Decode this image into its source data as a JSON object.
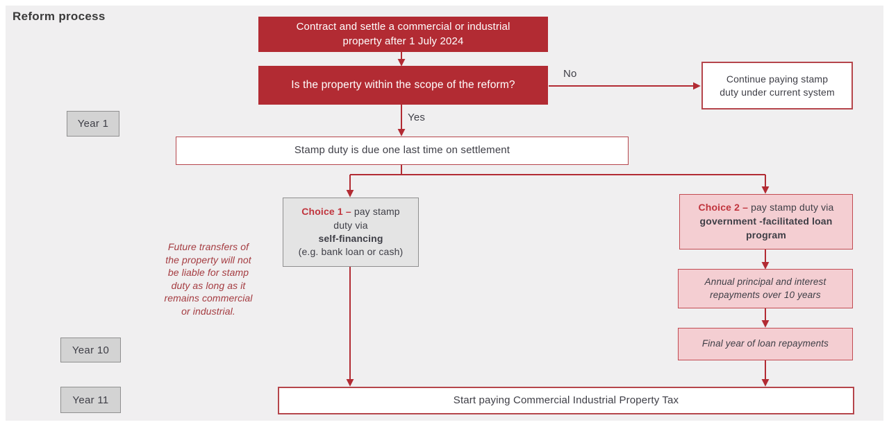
{
  "title": "Reform process",
  "timeline": {
    "year1": "Year 1",
    "year10": "Year 10",
    "year11": "Year 11"
  },
  "flow": {
    "contract": "Contract and settle a commercial or industrial property after 1 July 2024",
    "scope_question": "Is the property within the scope of the reform?",
    "no_label": "No",
    "yes_label": "Yes",
    "current_system": "Continue paying stamp duty under current system",
    "stamp_due": "Stamp duty is due one last time on settlement",
    "choice1_label": "Choice 1 –",
    "choice1_text": "pay stamp duty via",
    "choice1_bold": "self-financing",
    "choice1_note": "(e.g. bank loan or cash)",
    "choice2_label": "Choice 2 –",
    "choice2_text": "pay stamp duty via",
    "choice2_bold": "government -facilitated loan program",
    "annual_repayments": "Annual principal and interest repayments over 10 years",
    "final_year": "Final year of loan repayments",
    "start_tax": "Start paying Commercial Industrial Property Tax",
    "future_note": "Future transfers of the property will not be liable for stamp duty as long as it remains commercial or industrial."
  },
  "colors": {
    "panel_bg": "#f0eff0",
    "dark_red_fill": "#b22b33",
    "arrow_red": "#b22b33",
    "red_border": "#b5454b",
    "pink_fill": "#f4ced2",
    "pink_border": "#c24a51",
    "gray_fill": "#e4e4e4",
    "year_fill": "#d3d3d3",
    "accent_text_red": "#c0343d",
    "note_red": "#a43b40",
    "dark_text": "#3e3e46"
  }
}
